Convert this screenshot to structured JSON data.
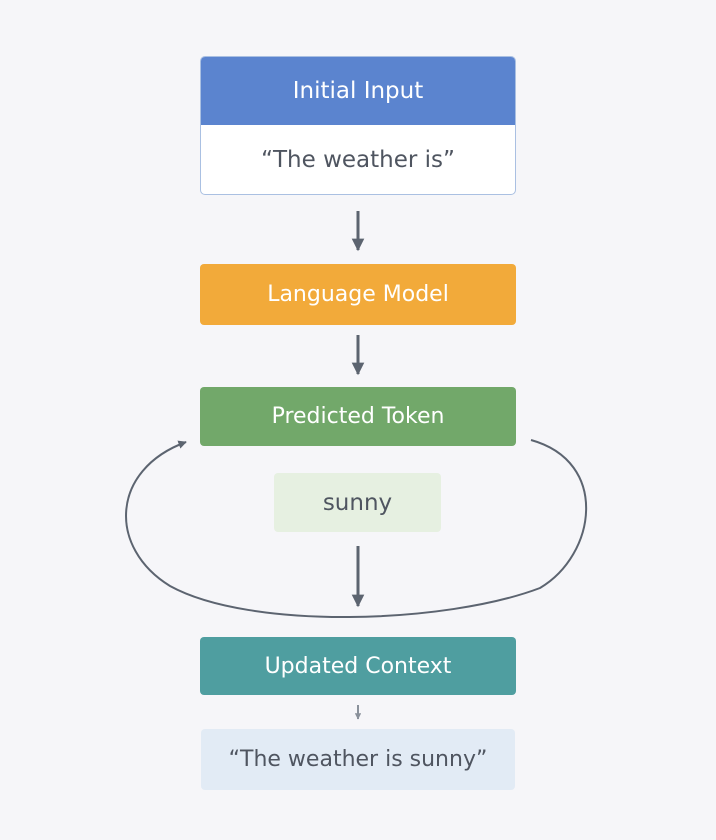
{
  "diagram": {
    "input": {
      "header": "Initial Input",
      "text": "“The weather is”"
    },
    "model": {
      "label": "Language Model"
    },
    "predicted": {
      "label": "Predicted Token",
      "token": "sunny"
    },
    "context": {
      "label": "Updated Context"
    },
    "output": {
      "text": "“The weather is sunny”"
    }
  },
  "colors": {
    "input_header": "#5b84cf",
    "model": "#f2aa3a",
    "predicted": "#72a86a",
    "token_bg": "#e6f0e1",
    "context": "#4f9ea0",
    "output_bg": "#e2ebf5",
    "arrow": "#5c6470"
  }
}
